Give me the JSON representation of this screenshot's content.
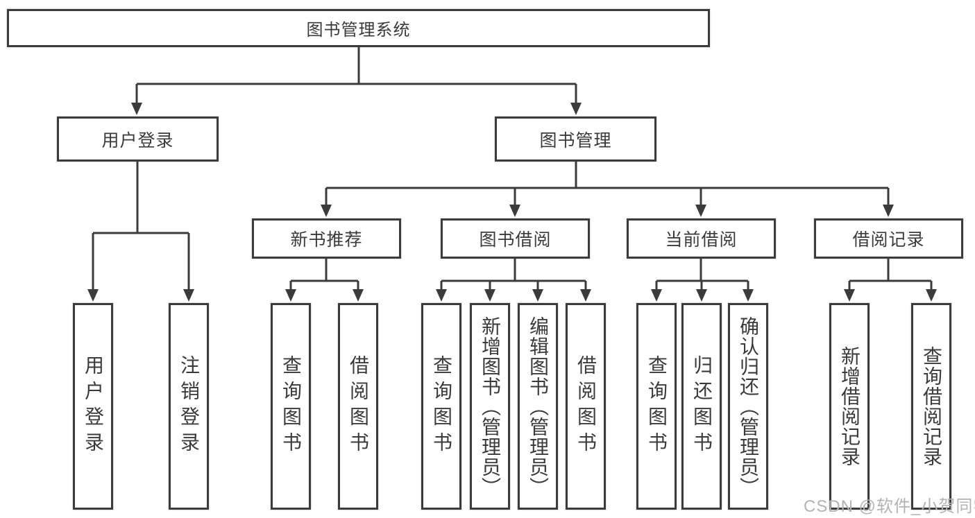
{
  "tree": {
    "label": "图书管理系统",
    "children": [
      {
        "label": "用户登录",
        "children": [
          {
            "label": "用户登录"
          },
          {
            "label": "注销登录"
          }
        ]
      },
      {
        "label": "图书管理",
        "children": [
          {
            "label": "新书推荐",
            "children": [
              {
                "label": "查询图书"
              },
              {
                "label": "借阅图书"
              }
            ]
          },
          {
            "label": "图书借阅",
            "children": [
              {
                "label": "查询图书"
              },
              {
                "label": "新增图书（管理员）"
              },
              {
                "label": "编辑图书（管理员）"
              },
              {
                "label": "借阅图书"
              }
            ]
          },
          {
            "label": "当前借阅",
            "children": [
              {
                "label": "查询图书"
              },
              {
                "label": "归还图书"
              },
              {
                "label": "确认归还（管理员）"
              }
            ]
          },
          {
            "label": "借阅记录",
            "children": [
              {
                "label": "新增借阅记录"
              },
              {
                "label": "查询借阅记录"
              }
            ]
          }
        ]
      }
    ]
  },
  "watermark": {
    "text": "CSDN @软件_小贺同学"
  },
  "colors": {
    "line": "#3b3b3b",
    "text": "#3a3a3a",
    "watermark": "#b3b3b3",
    "background": "#ffffff"
  }
}
